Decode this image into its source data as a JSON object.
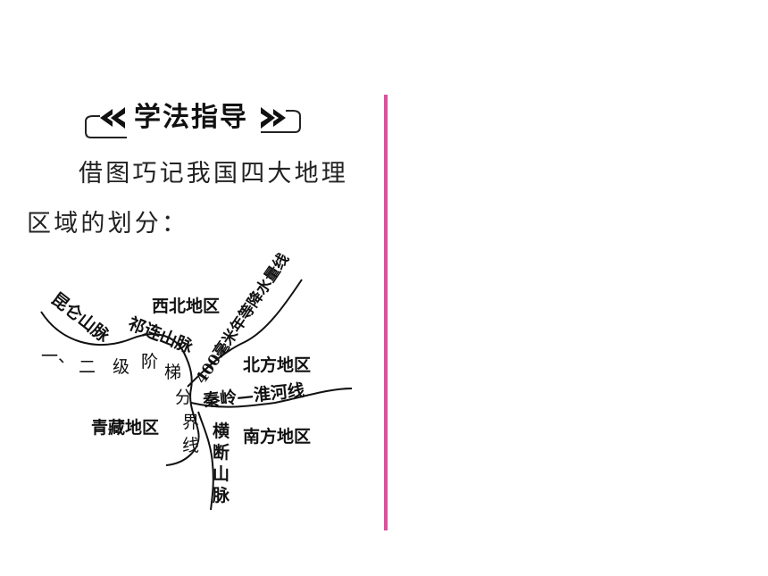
{
  "section": {
    "title": "学法指导"
  },
  "intro": {
    "line1": "借图巧记我国四大地理",
    "line2": "区域的划分："
  },
  "map": {
    "regions": {
      "northwest": "西北地区",
      "north": "北方地区",
      "south": "南方地区",
      "qingzang": "青藏地区"
    },
    "lines": {
      "kunlun": "昆仑山脉",
      "qilian": "祁连山脉",
      "isohyet": "400毫米年等降水量线",
      "qinling": "秦岭—淮河线",
      "hengduan": [
        "横",
        "断",
        "山",
        "脉"
      ],
      "ladder": [
        "一、",
        "二",
        "级",
        "阶",
        "梯",
        "分",
        "界",
        "线"
      ]
    }
  },
  "colors": {
    "accent_rule": "#e04f9e",
    "text": "#222222"
  }
}
